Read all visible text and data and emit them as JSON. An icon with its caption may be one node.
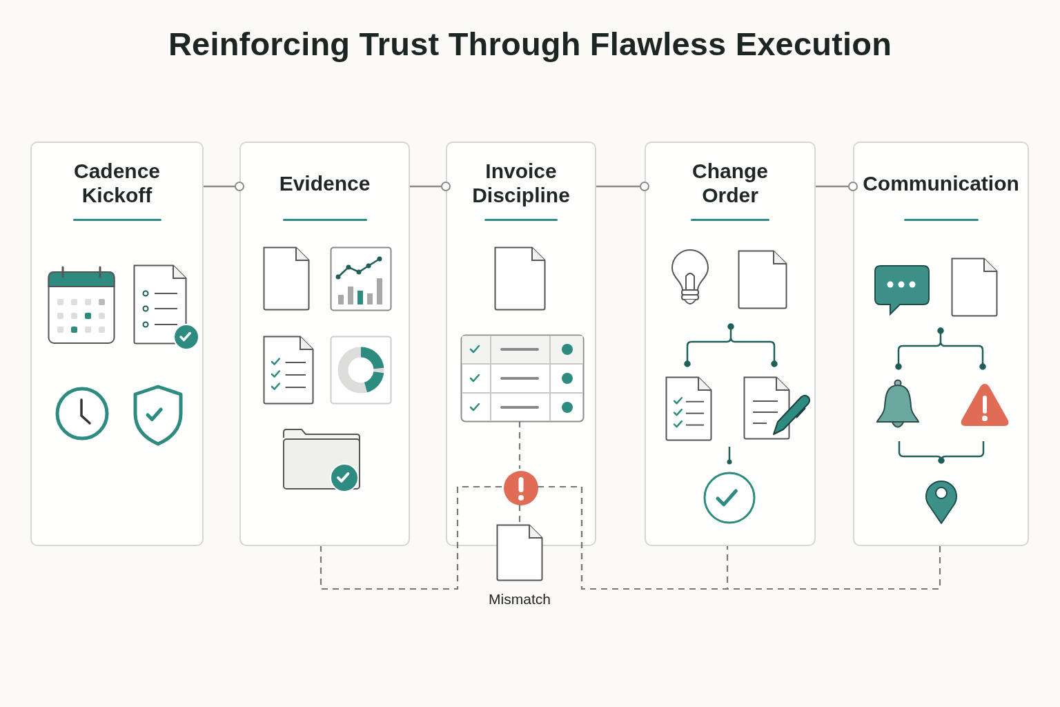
{
  "diagram": {
    "title": "Reinforcing Trust Through Flawless Execution",
    "nodes": [
      {
        "text": [
          "Cadence Kickoff"
        ]
      },
      {
        "text": [
          "Evidence"
        ]
      },
      {
        "text": [
          "Invoice Discipline"
        ]
      },
      {
        "text": [
          "Change Order"
        ]
      },
      {
        "text": [
          "Communication"
        ]
      },
      {
        "text": [],
        "shape": "box",
        "in": 2
      },
      {
        "text": [],
        "shape": "circle",
        "in": 2
      },
      {
        "text": [
          "Mismatch"
        ]
      }
    ],
    "edges": [
      {
        "from": 0,
        "to": 1,
        "arrow": "other"
      },
      {
        "from": 1,
        "to": 2,
        "arrow": "other"
      },
      {
        "from": 2,
        "to": 3,
        "arrow": "other"
      },
      {
        "from": 3,
        "to": 4,
        "arrow": "other"
      },
      {
        "from": 5,
        "to": 6,
        "arrow": "none",
        "style": "dashed"
      },
      {
        "from": 6,
        "to": 7,
        "arrow": "none",
        "style": "dashed"
      },
      {
        "from": 6,
        "to": 1,
        "arrow": "none",
        "style": "dashed"
      },
      {
        "from": 6,
        "to": 3,
        "arrow": "none",
        "style": "dashed"
      },
      {
        "from": 6,
        "to": 4,
        "arrow": "none",
        "style": "dashed"
      }
    ]
  }
}
